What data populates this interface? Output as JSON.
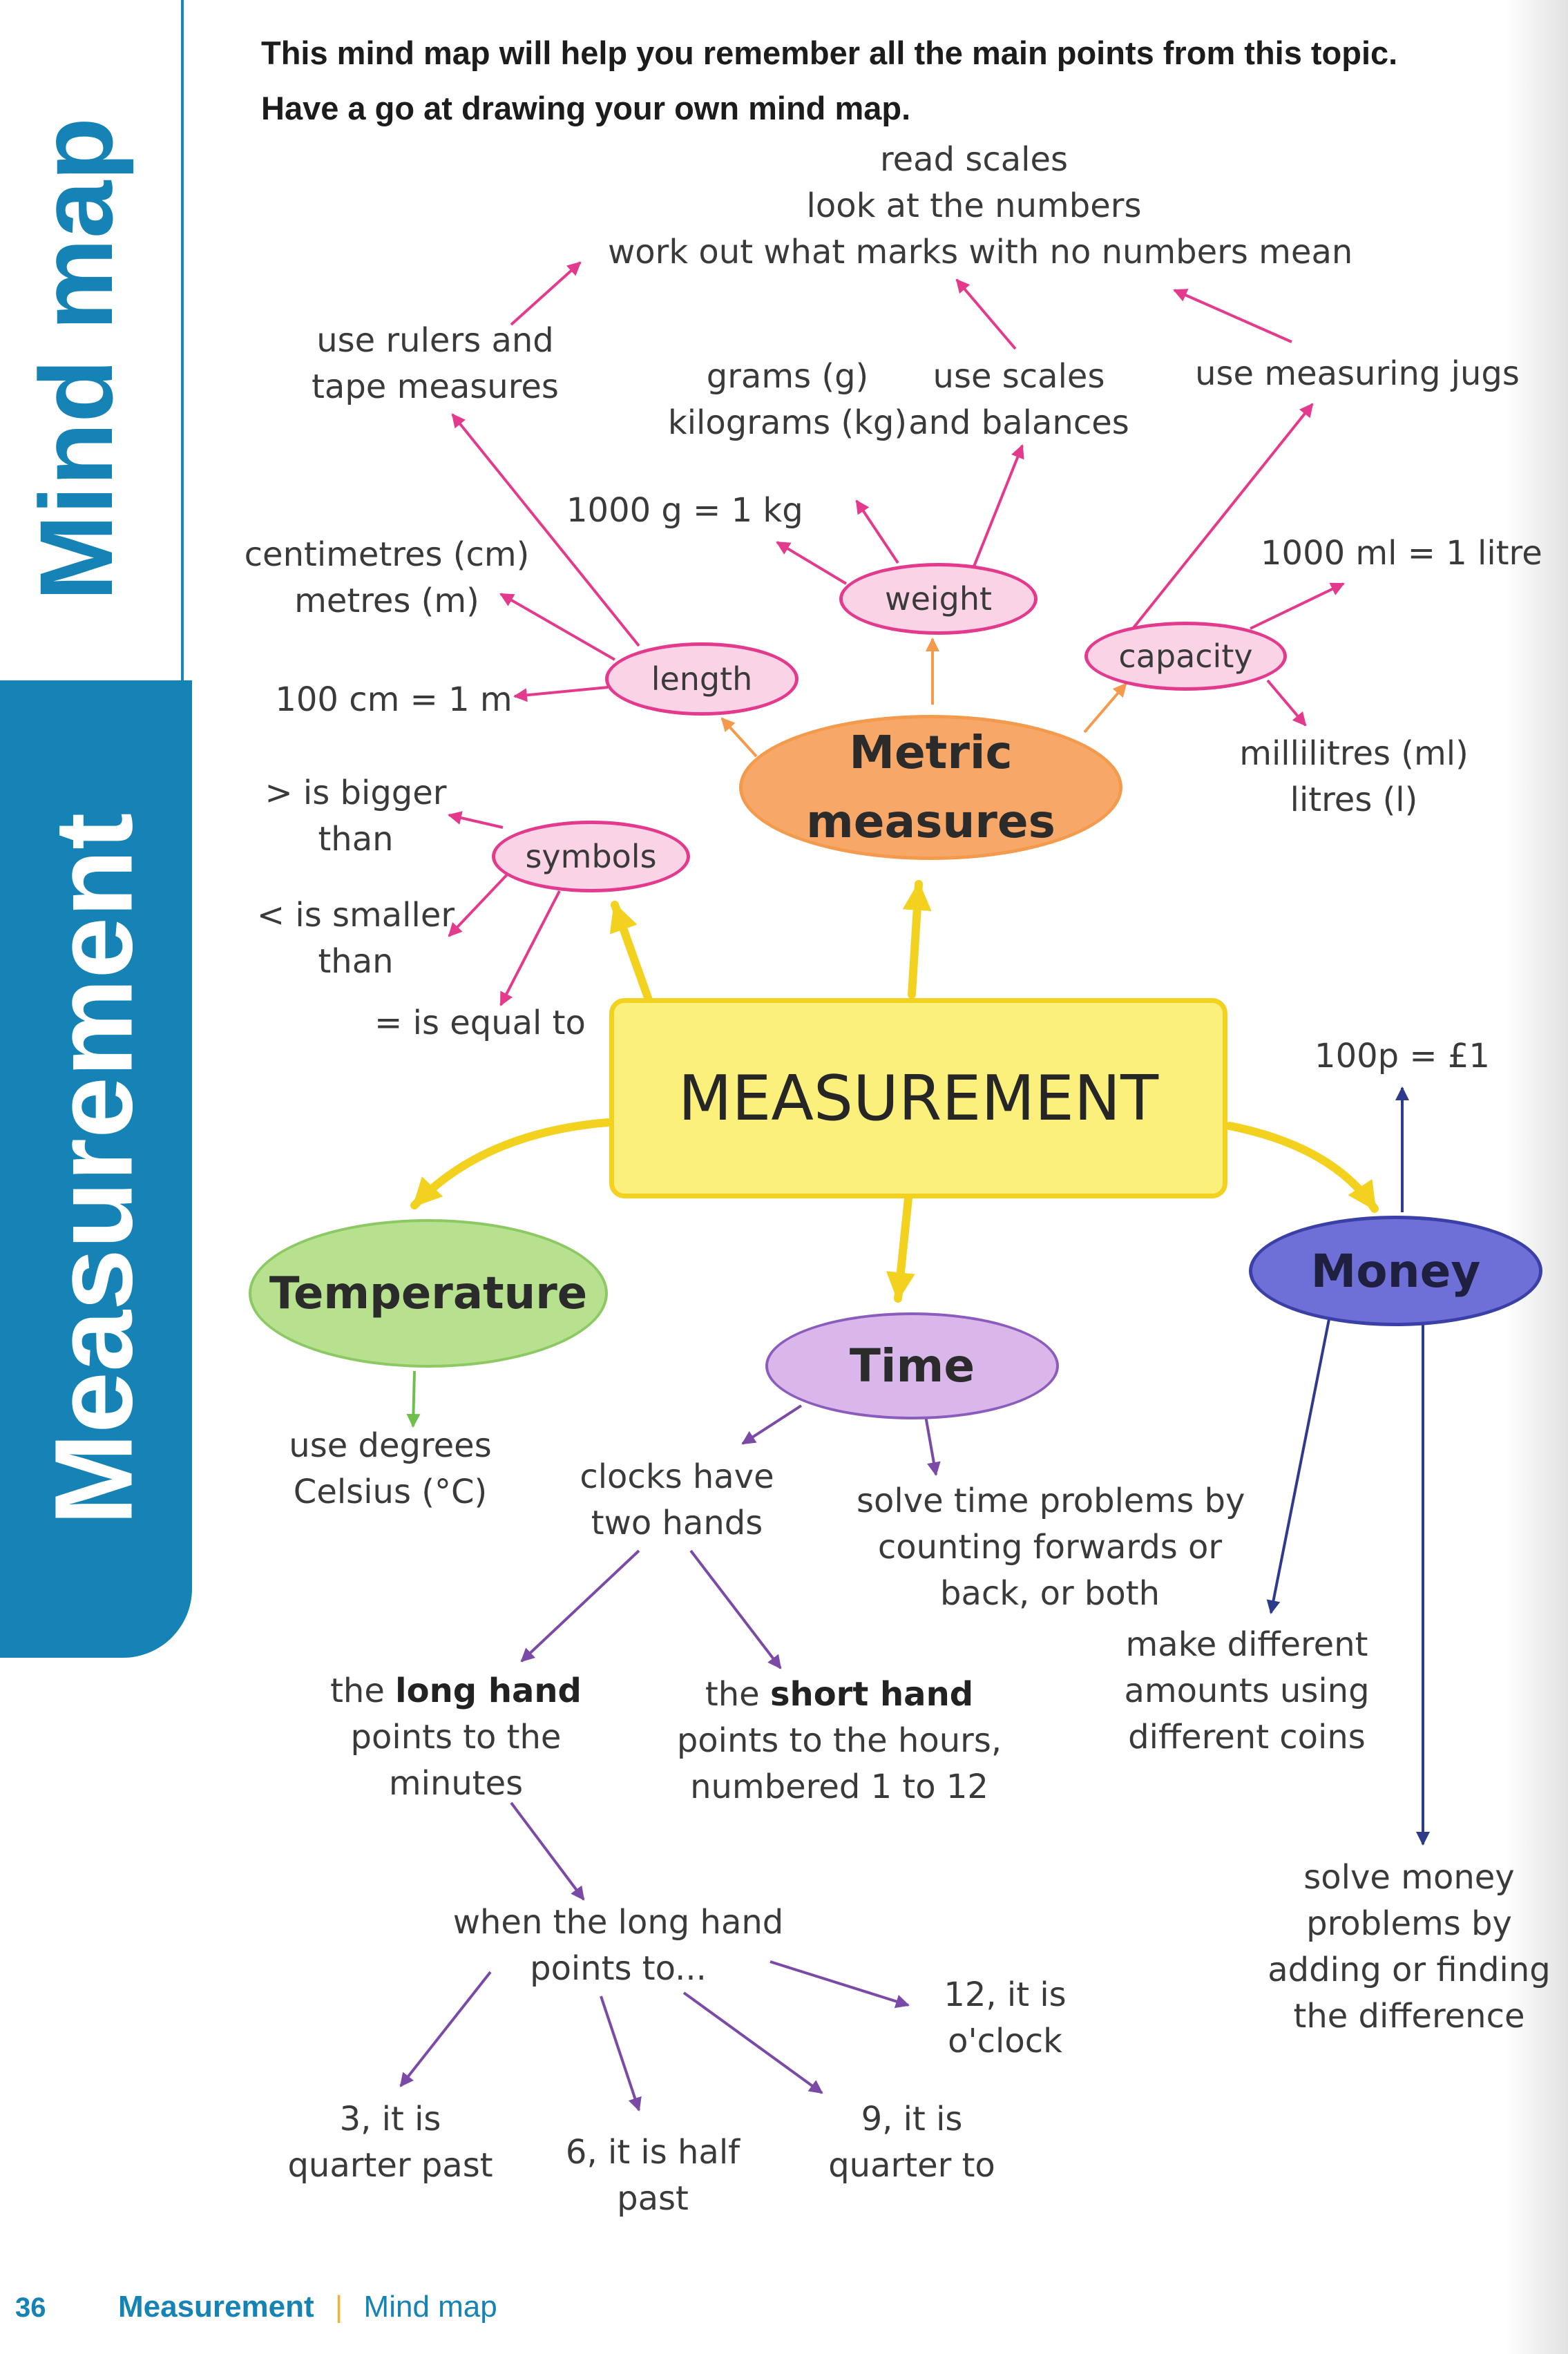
{
  "sidebar": {
    "section_title": "Mind map",
    "topic_title": "Measurement"
  },
  "intro": {
    "line1": "This mind map will help you remember all the main points from this topic.",
    "line2": "Have a go at drawing your own mind map."
  },
  "center": "MEASUREMENT",
  "metric": {
    "title_line1": "Metric",
    "title_line2": "measures",
    "length": {
      "label": "length",
      "tools_line1": "use rulers and",
      "tools_line2": "tape measures",
      "units_line1": "centimetres (cm)",
      "units_line2": "metres (m)",
      "fact": "100 cm = 1 m"
    },
    "weight": {
      "label": "weight",
      "fact": "1000 g = 1 kg",
      "units_line1": "grams (g)",
      "units_line2": "kilograms (kg)",
      "tools_line1": "use scales",
      "tools_line2": "and balances"
    },
    "capacity": {
      "label": "capacity",
      "tools": "use measuring jugs",
      "fact": "1000 ml = 1 litre",
      "units_line1": "millilitres (ml)",
      "units_line2": "litres (l)"
    },
    "scales": {
      "line1": "read scales",
      "line2": "look at the numbers",
      "line3": "work out what marks with no numbers mean"
    }
  },
  "symbols": {
    "label": "symbols",
    "bigger_line1": "> is bigger",
    "bigger_line2": "than",
    "smaller_line1": "< is smaller",
    "smaller_line2": "than",
    "equal": "= is equal to"
  },
  "temperature": {
    "title": "Temperature",
    "line1": "use degrees",
    "line2": "Celsius (°C)"
  },
  "time": {
    "title": "Time",
    "clocks_line1": "clocks have",
    "clocks_line2": "two hands",
    "solve_line1": "solve time problems by",
    "solve_line2": "counting forwards or",
    "solve_line3": "back, or both",
    "long_word1": "the",
    "long_word2": "long hand",
    "long_line2": "points to the",
    "long_line3": "minutes",
    "short_word1": "the",
    "short_word2": "short hand",
    "short_line2": "points to the hours,",
    "short_line3": "numbered 1 to 12",
    "when_line1": "when the long hand",
    "when_line2": "points to...",
    "twelve_line1": "12, it is",
    "twelve_line2": "o'clock",
    "three_line1": "3, it is",
    "three_line2": "quarter past",
    "six_line1": "6, it is half",
    "six_line2": "past",
    "nine_line1": "9, it is",
    "nine_line2": "quarter to"
  },
  "money": {
    "title": "Money",
    "fact": "100p = £1",
    "coins_line1": "make different",
    "coins_line2": "amounts using",
    "coins_line3": "different coins",
    "solve_line1": "solve money",
    "solve_line2": "problems by",
    "solve_line3": "adding or finding",
    "solve_line4": "the difference"
  },
  "footer": {
    "page_number": "36",
    "topic": "Measurement",
    "separator": "|",
    "section": "Mind map"
  },
  "colors": {
    "sidebar_blue": "#1583b6",
    "metric_orange": "#f7a868",
    "pink": "#e43a8d",
    "center_yellow": "#fbf07c",
    "temperature_green": "#b7e08f",
    "time_lilac": "#d9b7ea",
    "money_blue": "#6f6fd8",
    "yellow_arrow": "#f3d21f",
    "purple_arrow": "#7a4aa6",
    "navy_arrow": "#2e3a8c"
  }
}
